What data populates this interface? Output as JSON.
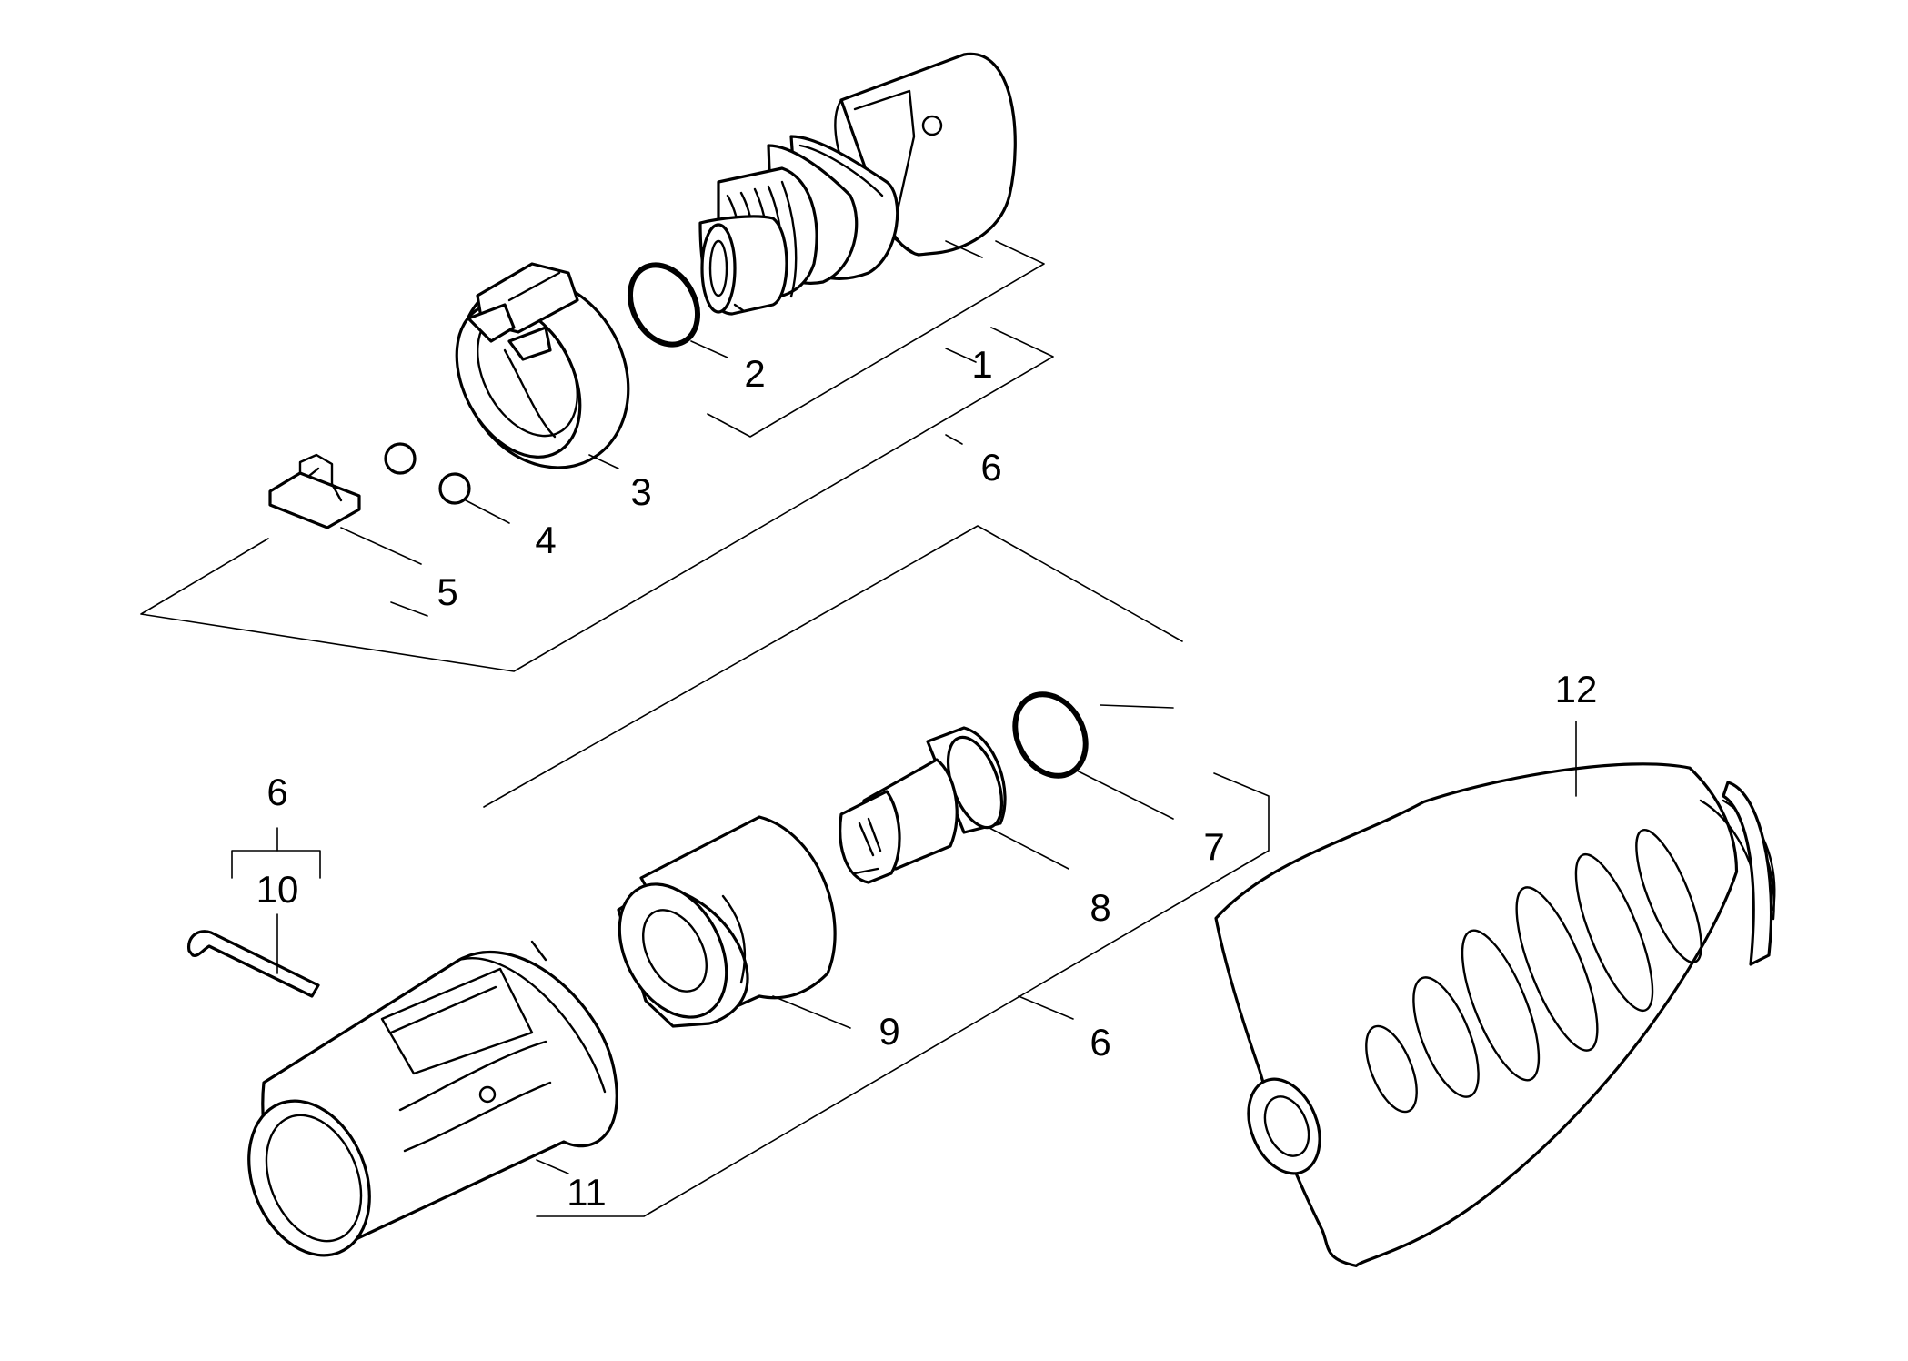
{
  "diagram": {
    "callouts": [
      {
        "id": "c1",
        "text": "1"
      },
      {
        "id": "c2",
        "text": "2"
      },
      {
        "id": "c3",
        "text": "3"
      },
      {
        "id": "c4",
        "text": "4"
      },
      {
        "id": "c5",
        "text": "5"
      },
      {
        "id": "c6a",
        "text": "6"
      },
      {
        "id": "c6b",
        "text": "6"
      },
      {
        "id": "c6c",
        "text": "6"
      },
      {
        "id": "c7",
        "text": "7"
      },
      {
        "id": "c8",
        "text": "8"
      },
      {
        "id": "c9",
        "text": "9"
      },
      {
        "id": "c10",
        "text": "10"
      },
      {
        "id": "c11",
        "text": "11"
      },
      {
        "id": "c12",
        "text": "12"
      }
    ]
  }
}
